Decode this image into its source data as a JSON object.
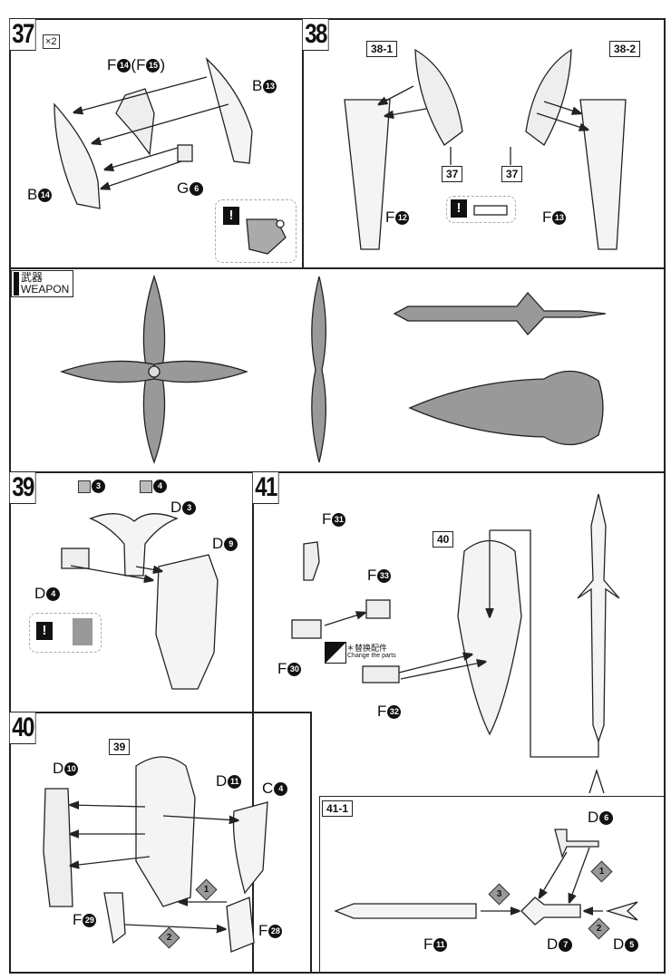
{
  "steps": {
    "s37": "37",
    "s37_qty": "×2",
    "s38": "38",
    "s38_1": "38-1",
    "s38_2": "38-2",
    "s39": "39",
    "s40": "40",
    "s41": "41",
    "s41_1": "41-1"
  },
  "weapon": {
    "title_cn": "武器",
    "title_en": "WEAPON"
  },
  "warning_symbol": "!",
  "p37": {
    "main": {
      "l": "F",
      "n": "14"
    },
    "alt": {
      "l": "F",
      "n": "15"
    },
    "b13": {
      "l": "B",
      "n": "13"
    },
    "b14": {
      "l": "B",
      "n": "14"
    },
    "g6": {
      "l": "G",
      "n": "6"
    }
  },
  "p38": {
    "f12": {
      "l": "F",
      "n": "12"
    },
    "f13": {
      "l": "F",
      "n": "13"
    },
    "ref_a": "37",
    "ref_b": "37"
  },
  "p39": {
    "mark3": "3",
    "mark4": "4",
    "d3": {
      "l": "D",
      "n": "3"
    },
    "d9": {
      "l": "D",
      "n": "9"
    },
    "d4": {
      "l": "D",
      "n": "4"
    }
  },
  "p41": {
    "f31": {
      "l": "F",
      "n": "31"
    },
    "f33": {
      "l": "F",
      "n": "33"
    },
    "f30": {
      "l": "F",
      "n": "30"
    },
    "f32": {
      "l": "F",
      "n": "32"
    },
    "ref": "40",
    "change_cn": "＊替换配件",
    "change_en": "Change the parts"
  },
  "p40": {
    "d10": {
      "l": "D",
      "n": "10"
    },
    "d11": {
      "l": "D",
      "n": "11"
    },
    "c4": {
      "l": "C",
      "n": "4"
    },
    "f29": {
      "l": "F",
      "n": "29"
    },
    "f28": {
      "l": "F",
      "n": "28"
    },
    "ref": "39",
    "order1": "1",
    "order2": "2"
  },
  "p411": {
    "d6": {
      "l": "D",
      "n": "6"
    },
    "d7": {
      "l": "D",
      "n": "7"
    },
    "d5": {
      "l": "D",
      "n": "5"
    },
    "f11": {
      "l": "F",
      "n": "11"
    },
    "order1": "1",
    "order2": "2",
    "order3": "3"
  }
}
